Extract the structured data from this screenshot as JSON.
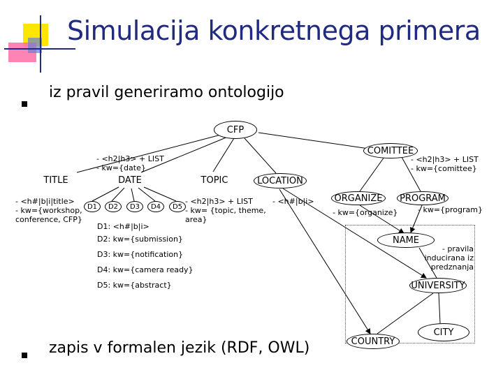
{
  "slide": {
    "title": "Simulacija konkretnega primera",
    "bullet1": "iz pravil generiramo ontologijo",
    "bullet2": "zapis v formalen jezik (RDF, OWL)",
    "bullet_glyph": "n"
  },
  "nodes": {
    "cfp": "CFP",
    "comittee": "COMITTEE",
    "title": "TITLE",
    "date": "DATE",
    "topic": "TOPIC",
    "location": "LOCATION",
    "organize": "ORGANIZE",
    "program": "PROGRAM",
    "name": "NAME",
    "university": "UNIVERSITY",
    "country": "COUNTRY",
    "city": "CITY",
    "d1": "D1",
    "d2": "D2",
    "d3": "D3",
    "d4": "D4",
    "d5": "D5"
  },
  "annotations": {
    "date_rule_1": "- <h2|h3> + LIST",
    "date_rule_2": "- kw={date}",
    "title_rule_1": "- <h#|b|i|title>",
    "title_rule_2": "- kw={workshop,",
    "title_rule_3": "conference, CFP}",
    "topic_rule_1": "- <h2|h3> + LIST",
    "topic_rule_2": "- kw= {topic, theme,",
    "topic_rule_3": "area}",
    "location_rule": "- <h#|b|i>",
    "comittee_rule_1": "- <h2|h3> + LIST",
    "comittee_rule_2": "- kw={comittee}",
    "organize_rule": "- kw={organize}",
    "program_rule": "- kw={program}",
    "d1_rule": "D1: <h#|b|i>",
    "d2_rule": "D2: kw={submission}",
    "d3_rule": "D3: kw={notification}",
    "d4_rule": "D4: kw={camera ready}",
    "d5_rule": "D5: kw={abstract}",
    "name_rule_1": "- pravila",
    "name_rule_2": "inducirana iz",
    "name_rule_3": "predznanja"
  },
  "colors": {
    "title": "#1f2a80",
    "deco_yellow": "#ffe600",
    "deco_pink": "#ff6fa8",
    "deco_blue": "#1f2a80"
  }
}
